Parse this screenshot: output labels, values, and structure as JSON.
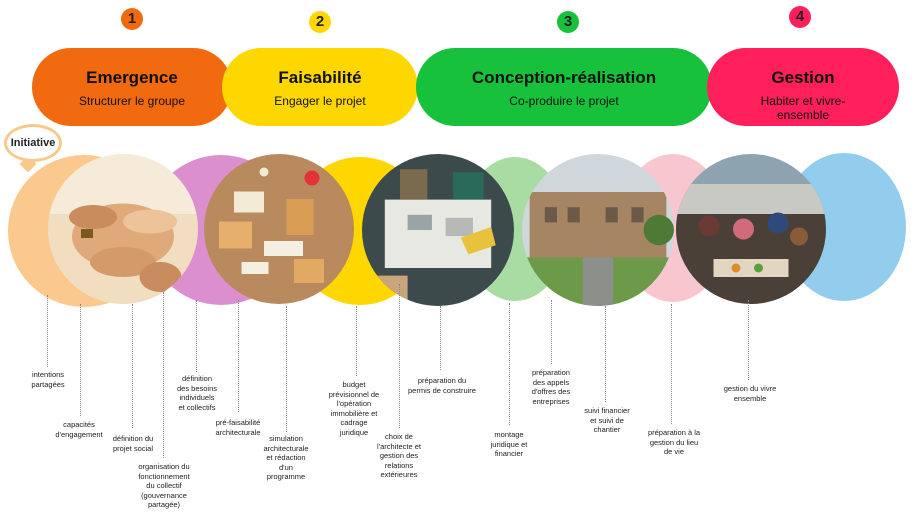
{
  "phases": [
    {
      "number": "1",
      "title": "Emergence",
      "subtitle": "Structurer le groupe",
      "color": "#f26a10"
    },
    {
      "number": "2",
      "title": "Faisabilité",
      "subtitle": "Engager le projet",
      "color": "#ffd700"
    },
    {
      "number": "3",
      "title": "Conception-réalisation",
      "subtitle": "Co-produire le projet",
      "color": "#17c13c"
    },
    {
      "number": "4",
      "title": "Gestion",
      "subtitle": "Habiter et vivre-ensemble",
      "color": "#ff1f5a"
    }
  ],
  "initiative_label": "Initiative",
  "circle_colors": {
    "peach": "#fbc98e",
    "mauve": "#dc8fcf",
    "yellow": "#ffd700",
    "green": "#a9dca3",
    "pink": "#f8c6cf",
    "blue": "#92cdee"
  },
  "steps": [
    "intentions\npartagées",
    "capacités\nd'engagement",
    "définition du\nprojet social",
    "organisation du\nfonctionnement\ndu collectif\n(gouvernance\npartagée)",
    "définition\ndes besoins\nindividuels\net collectifs",
    "pré-faisabilité\narchitecturale",
    "simulation\narchitecturale\net rédaction\nd'un\nprogramme",
    "budget\nprévisionnel de\nl'opération\nimmobilière et\ncadrage\njuridique",
    "choix de\nl'architecte et\ngestion des\nrelations\nextérieures",
    "préparation du\npermis de construire",
    "montage\njuridique et\nfinancier",
    "préparation\ndes appels\nd'offres des\nentreprises",
    "suivi financier\net suivi de\nchantier",
    "préparation à la\ngestion du lieu\nde vie",
    "gestion du vivre\nensemble"
  ]
}
